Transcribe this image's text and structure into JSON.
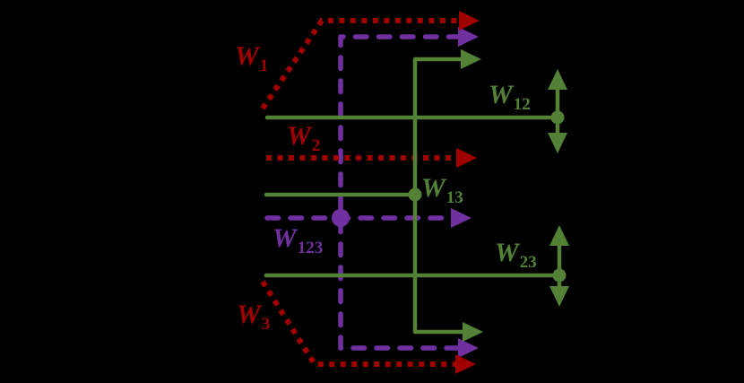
{
  "figure": {
    "background": "#000000"
  },
  "colors": {
    "bg": "#000000",
    "red": "#a00000",
    "green": "#538135",
    "purple": "#7030a0"
  },
  "labels": {
    "w1": {
      "main": "W",
      "sub": "1"
    },
    "w2": {
      "main": "W",
      "sub": "2"
    },
    "w3": {
      "main": "W",
      "sub": "3"
    },
    "w12": {
      "main": "W",
      "sub": "12"
    },
    "w13": {
      "main": "W",
      "sub": "13"
    },
    "w23": {
      "main": "W",
      "sub": "23"
    },
    "w123": {
      "main": "W",
      "sub": "123"
    }
  }
}
